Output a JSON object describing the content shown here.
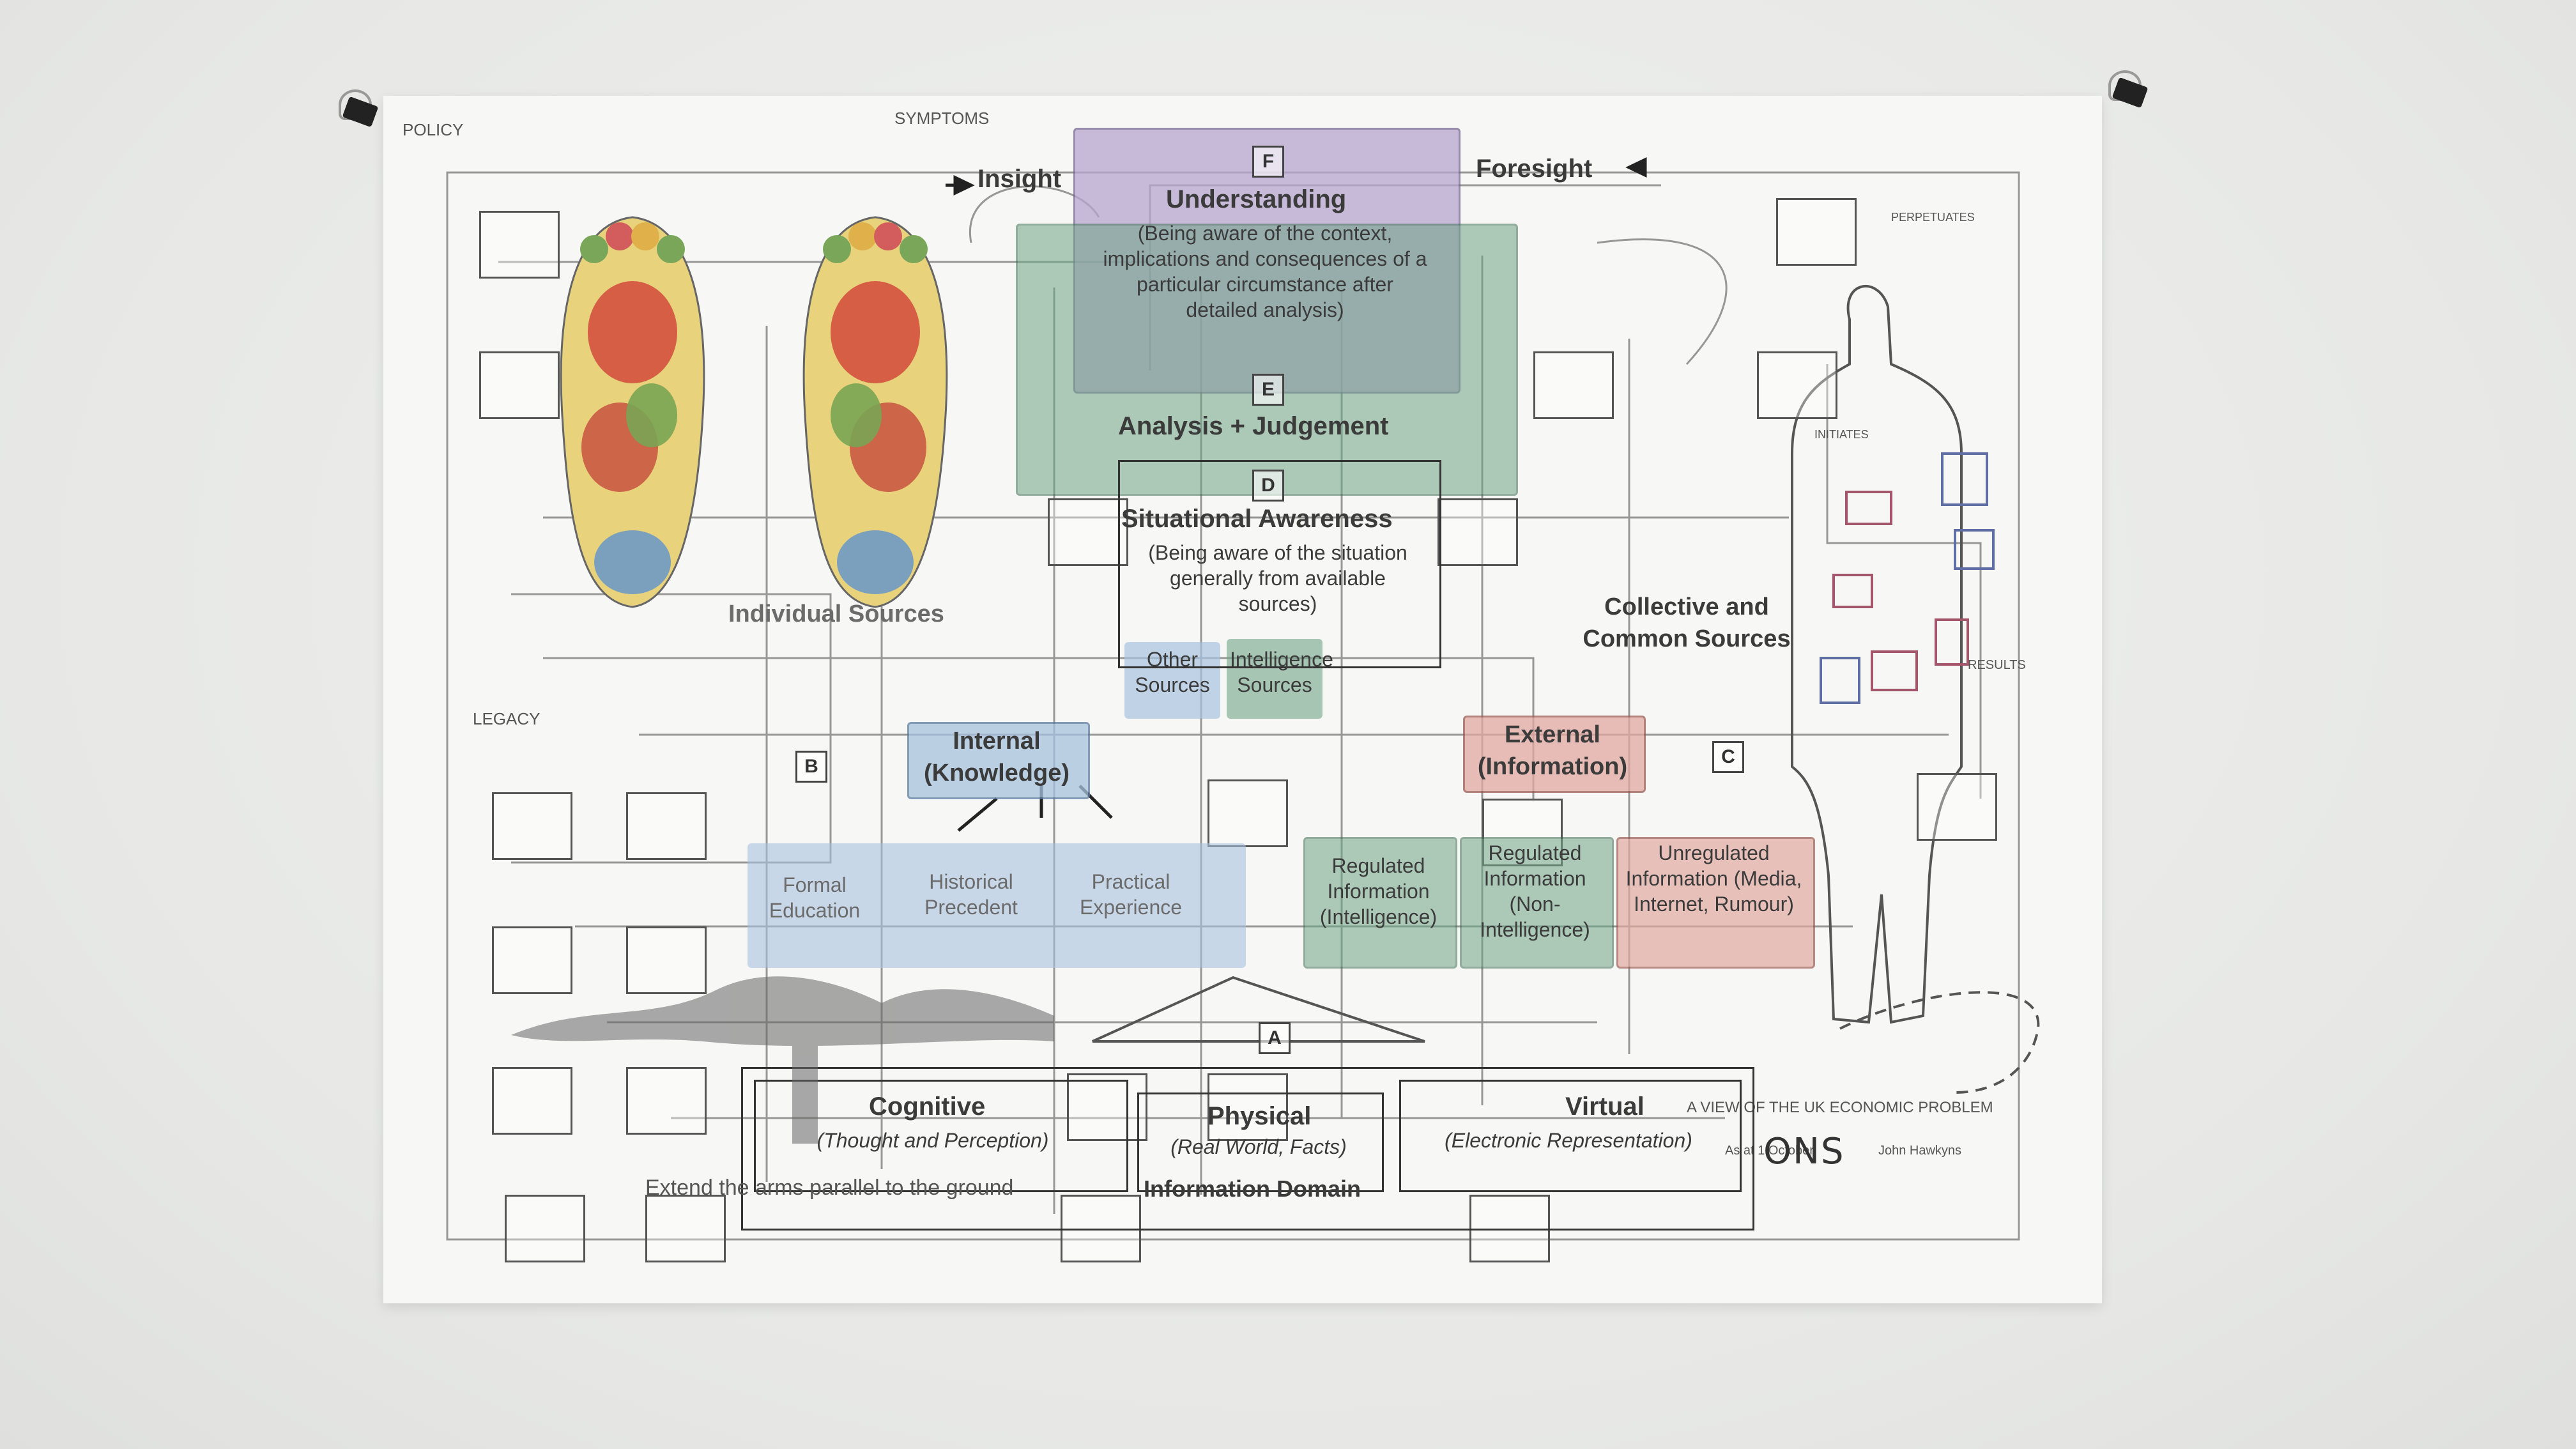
{
  "poster": {
    "header_left": "POLICY",
    "header_mid": "SYMPTOMS",
    "legacy": "LEGACY",
    "initiates": "INITIATES",
    "results": "RESULTS",
    "perpetuates": "PERPETUATES",
    "footer_line1": "A VIEW OF THE UK ECONOMIC PROBLEM",
    "footer_line2": "As at 1 October",
    "footer_author": "John Hawkyns",
    "ons": "ONS"
  },
  "overlay": {
    "insight": "Insight",
    "foresight": "Foresight",
    "understanding_title": "Understanding",
    "understanding_desc": "(Being aware of the context, implications and consequences of a particular circumstance after detailed analysis)",
    "analysis": "Analysis + Judgement",
    "situational_title": "Situational Awareness",
    "situational_desc": "(Being aware of the situation generally from available sources)",
    "individual_sources": "Individual Sources",
    "collective_sources": "Collective and Common Sources",
    "other_sources": "Other Sources",
    "intelligence_sources": "Intelligence Sources",
    "internal": "Internal (Knowledge)",
    "external": "External (Information)",
    "formal_education": "Formal Education",
    "historical_precedent": "Historical Precedent",
    "practical_experience": "Practical Experience",
    "regulated_intel": "Regulated Information (Intelligence)",
    "regulated_nonintel": "Regulated Information (Non-Intelligence)",
    "unregulated": "Unregulated Information (Media, Internet, Rumour)",
    "cognitive_title": "Cognitive",
    "cognitive_desc": "(Thought and Perception)",
    "physical_title": "Physical",
    "physical_desc": "(Real World, Facts)",
    "virtual_title": "Virtual",
    "virtual_desc": "(Electronic Representation)",
    "information_domain": "Information Domain",
    "extend_arms": "Extend the arms parallel to the ground",
    "letters": [
      "A",
      "B",
      "C",
      "D",
      "E",
      "F"
    ]
  },
  "colors": {
    "purple": "#b6a6cf",
    "green": "#6fa487",
    "blue": "#a8c2de",
    "red": "#e2a9a2",
    "ink": "#3b3b3b"
  }
}
